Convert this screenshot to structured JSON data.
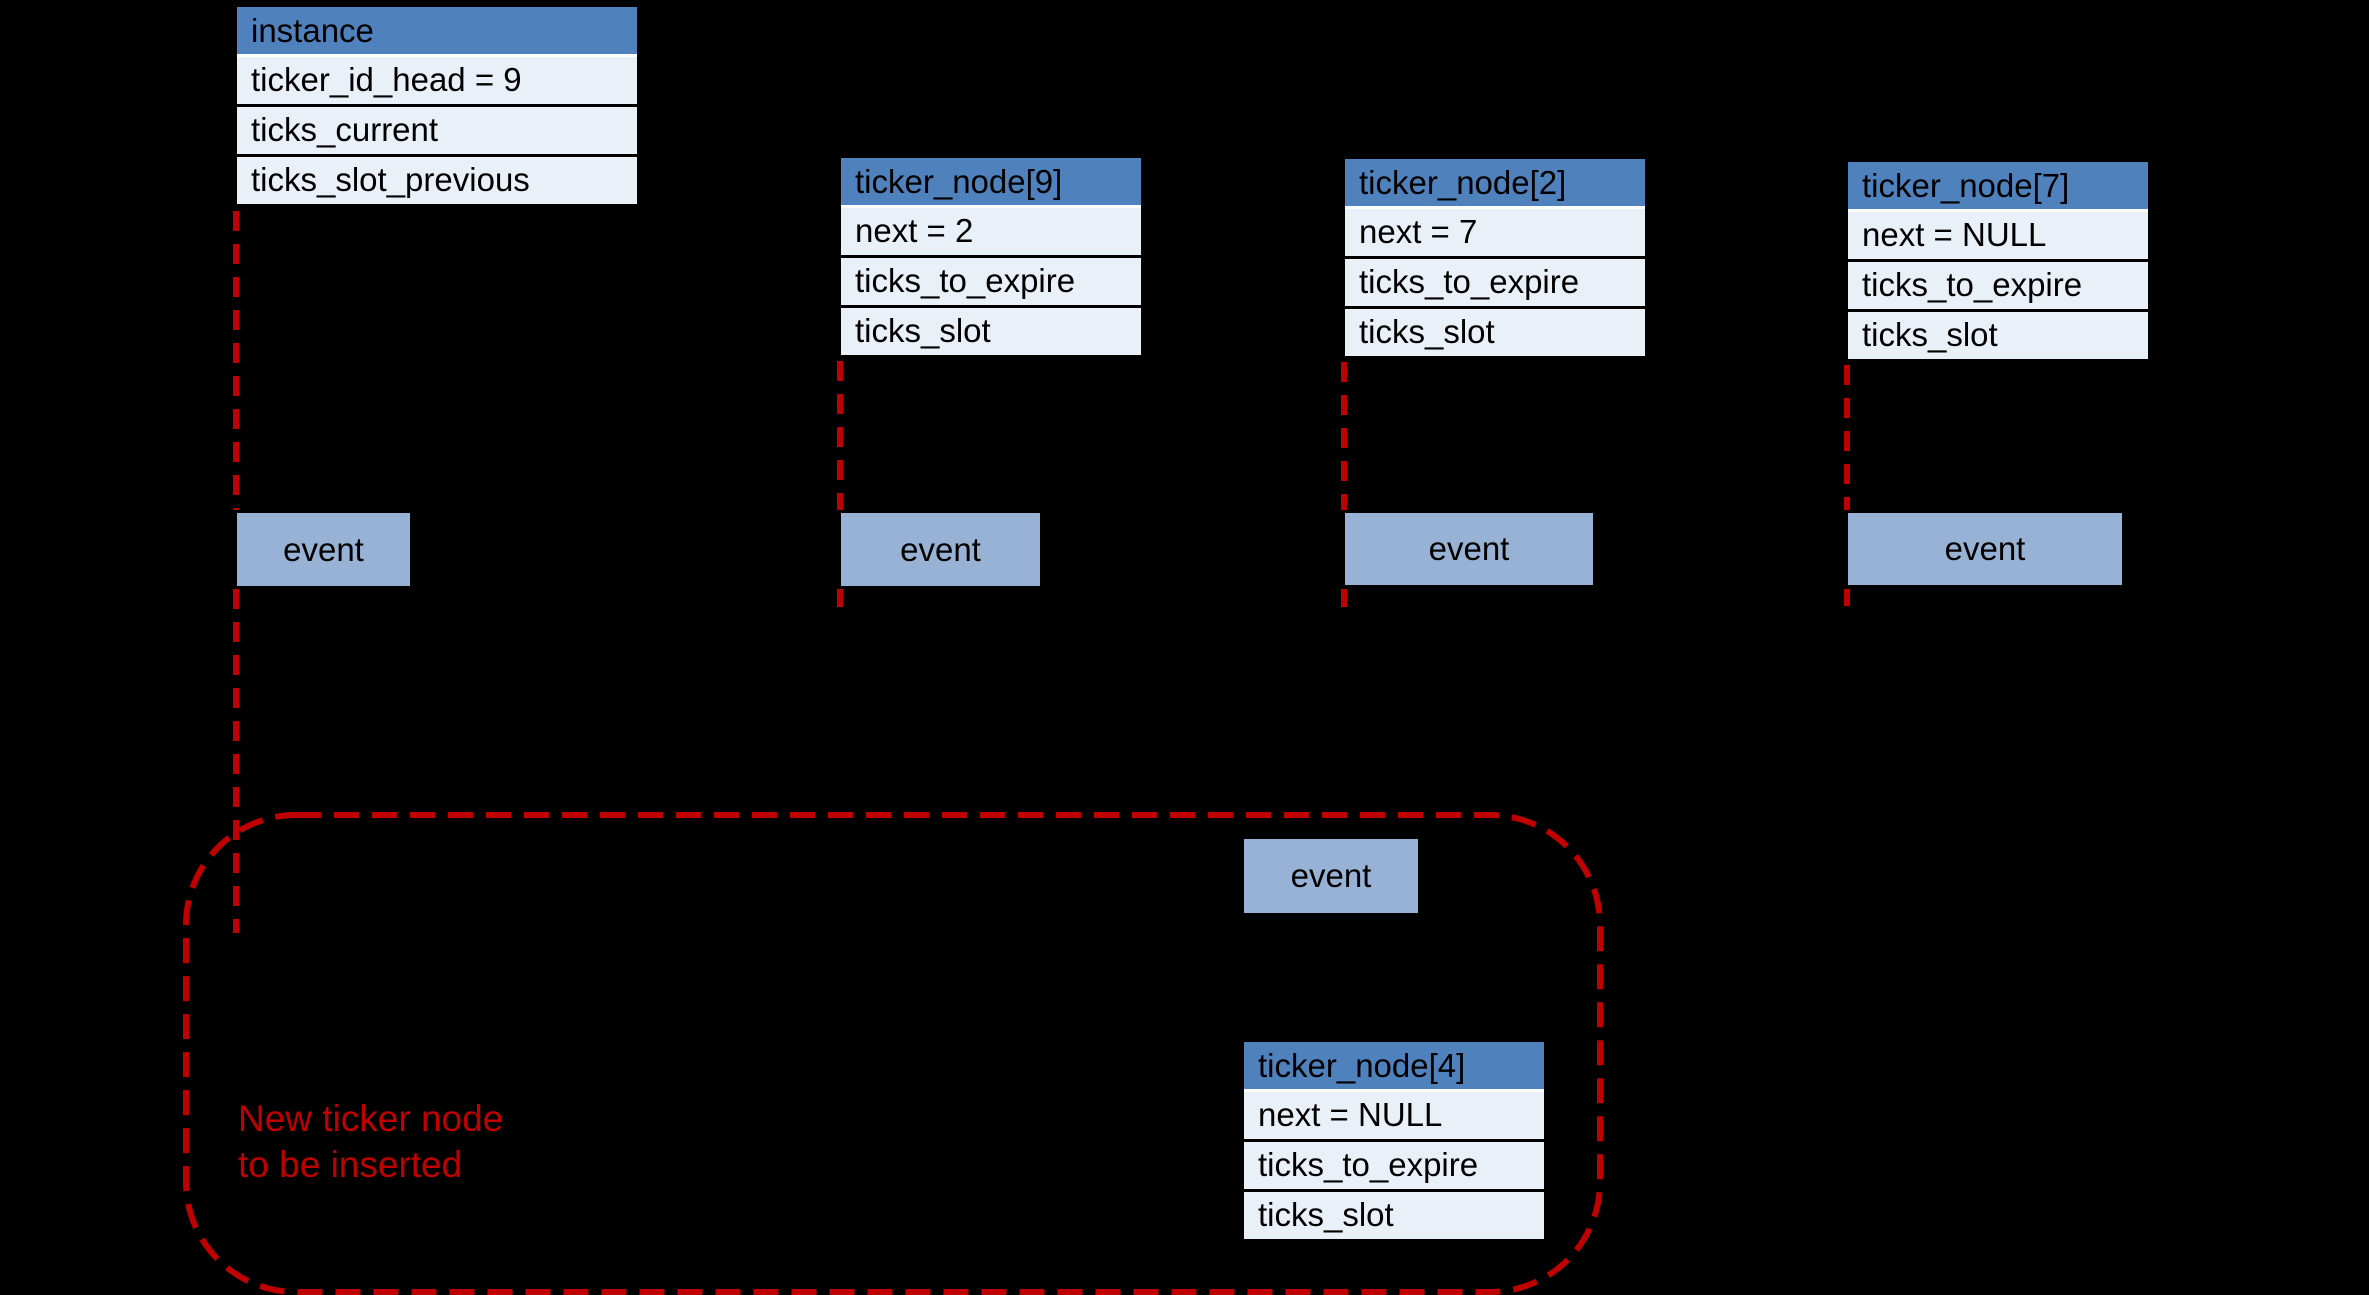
{
  "colors": {
    "background": "#000000",
    "table_header_fill": "#4F81BD",
    "table_row_fill": "#EAF0F8",
    "event_fill": "#98B2D5",
    "dashed_red": "#C00000",
    "text": "#000000"
  },
  "tables": [
    {
      "title": "instance",
      "rows": [
        "ticker_id_head = 9",
        "ticks_current",
        "ticks_slot_previous"
      ]
    },
    {
      "title": "ticker_node[9]",
      "rows": [
        "next = 2",
        "ticks_to_expire",
        "ticks_slot"
      ]
    },
    {
      "title": "ticker_node[2]",
      "rows": [
        "next = 7",
        "ticks_to_expire",
        "ticks_slot"
      ]
    },
    {
      "title": "ticker_node[7]",
      "rows": [
        "next = NULL",
        "ticks_to_expire",
        "ticks_slot"
      ]
    },
    {
      "title": "ticker_node[4]",
      "rows": [
        "next = NULL",
        "ticks_to_expire",
        "ticks_slot"
      ]
    }
  ],
  "events": [
    {
      "label": "event"
    },
    {
      "label": "event"
    },
    {
      "label": "event"
    },
    {
      "label": "event"
    },
    {
      "label": "event"
    }
  ],
  "annotation": {
    "line1": "New ticker node",
    "line2": "to be inserted"
  }
}
